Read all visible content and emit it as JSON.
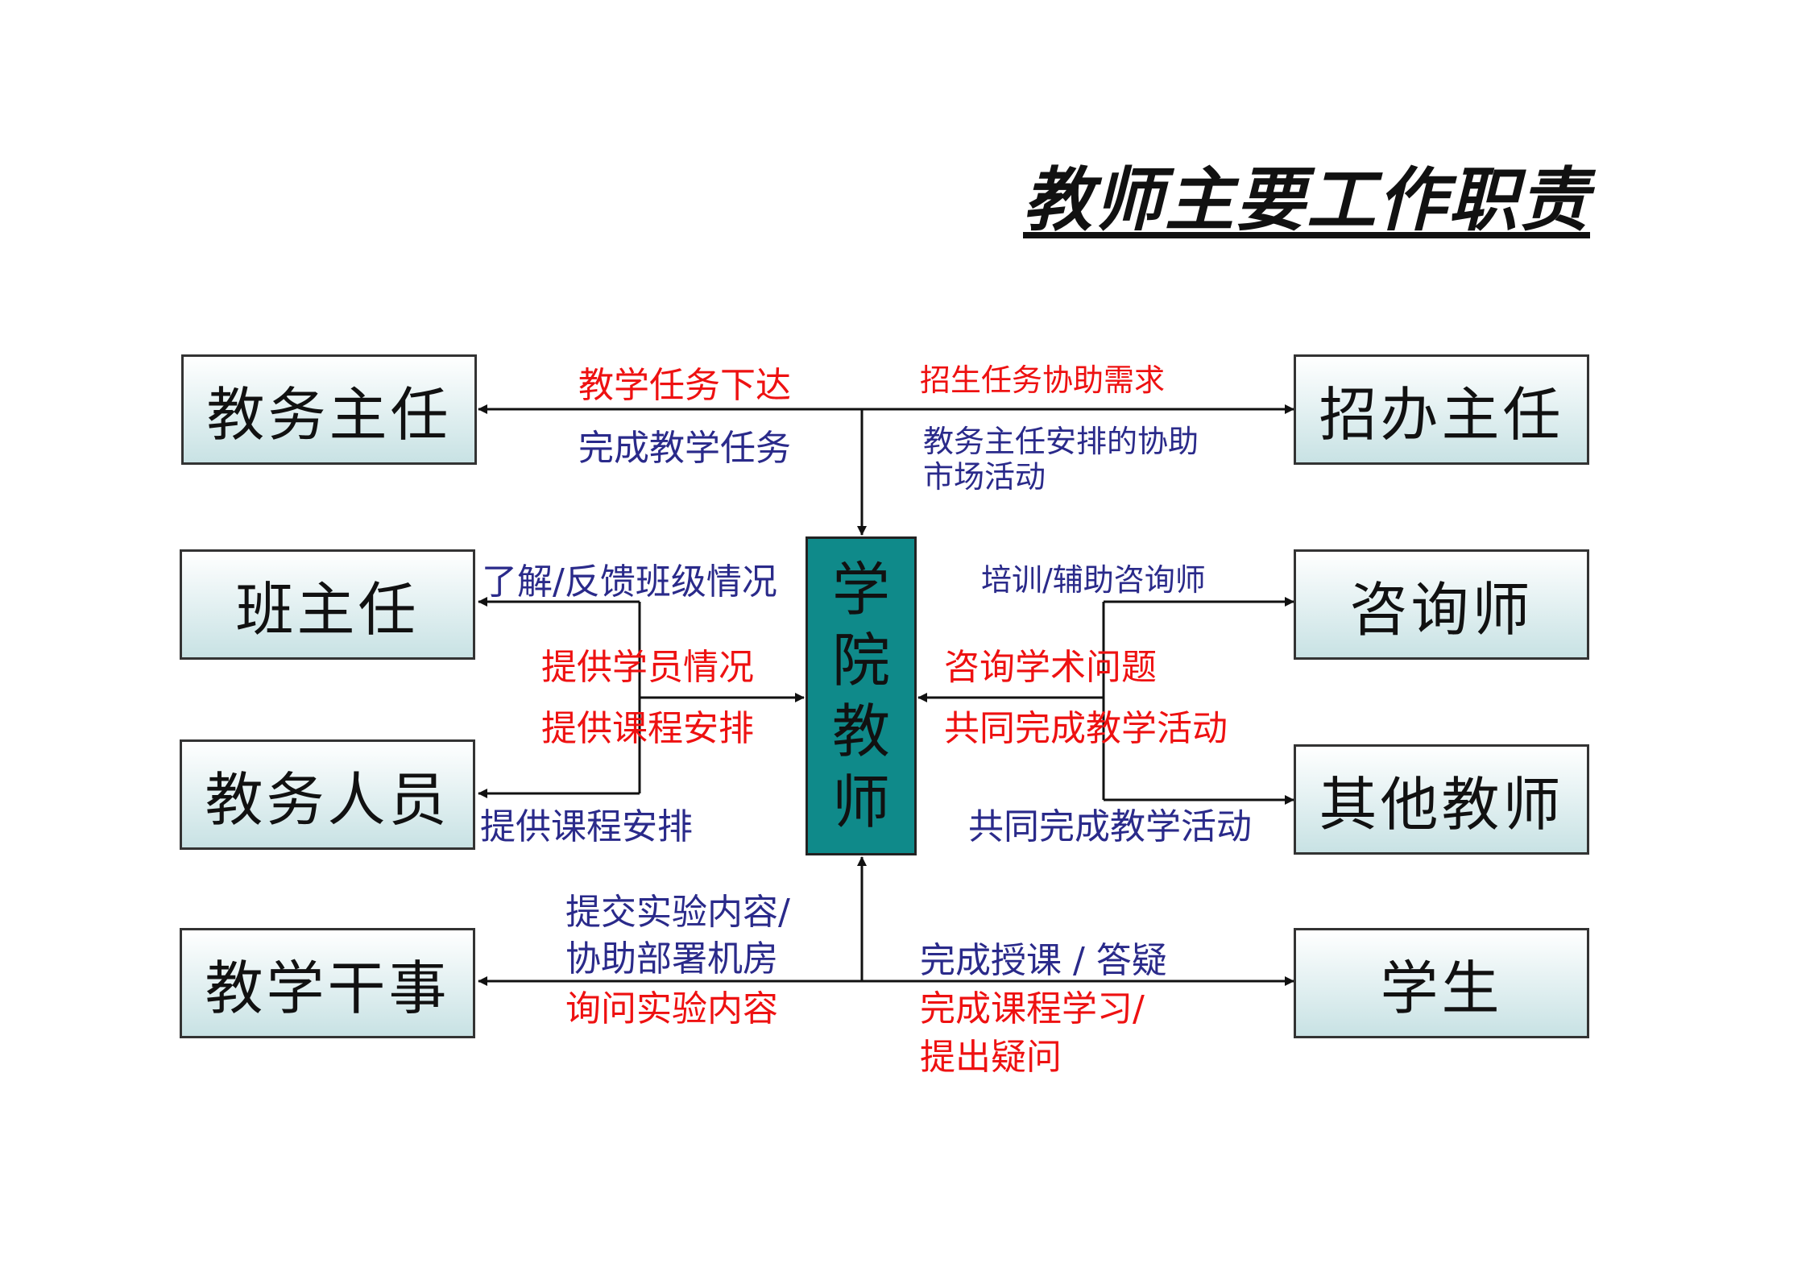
{
  "title": "教师主要工作职责",
  "center": [
    "学",
    "院",
    "教",
    "师"
  ],
  "boxes": {
    "jiaowu_zhuren": "教务主任",
    "zhaoban_zhuren": "招办主任",
    "banzhuren": "班主任",
    "zixunshi": "咨询师",
    "jiaowu_renyuan": "教务人员",
    "qita_jiaoshi": "其他教师",
    "jiaoxue_ganshi": "教学干事",
    "xuesheng": "学生"
  },
  "labels": {
    "l1": "教学任务下达",
    "l2": "完成教学任务",
    "l3": "招生任务协助需求",
    "l4a": "教务主任安排的协助",
    "l4b": "市场活动",
    "l5": "了解/反馈班级情况",
    "l6": "提供学员情况",
    "l7": "提供课程安排",
    "l8": "提供课程安排",
    "l9": "培训/辅助咨询师",
    "l10": "咨询学术问题",
    "l11": "共同完成教学活动",
    "l12": "共同完成教学活动",
    "l13a": "提交实验内容/",
    "l13b": "协助部署机房",
    "l14": "询问实验内容",
    "l15": "完成授课 / 答疑",
    "l16a": "完成课程学习/",
    "l16b": "提出疑问"
  },
  "colors": {
    "center_fill": "#0f8a8a",
    "red_text": "#ee1111",
    "blue_text": "#2a2a8a"
  }
}
